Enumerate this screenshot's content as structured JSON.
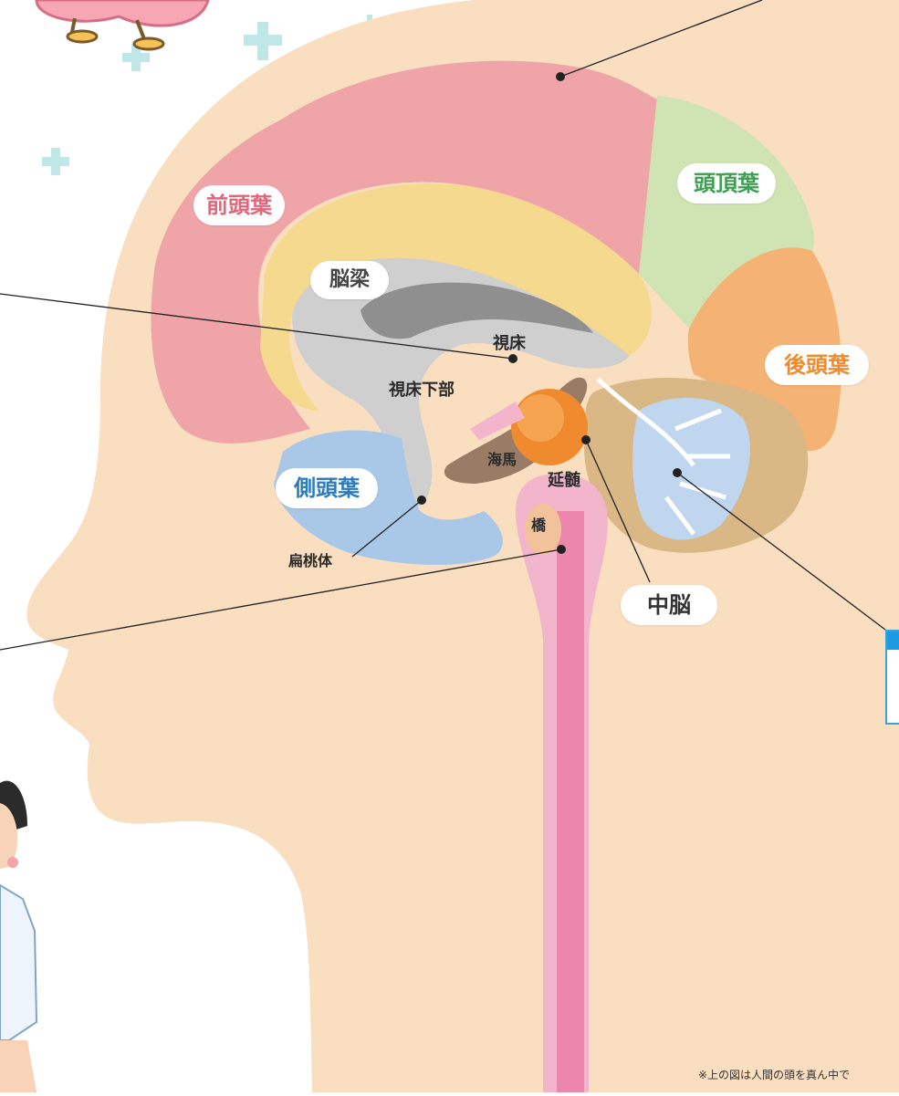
{
  "labels": {
    "frontal": "前頭葉",
    "parietal": "頭頂葉",
    "occipital": "後頭葉",
    "temporal": "側頭葉",
    "corpus_callosum": "脳梁",
    "thalamus": "視床",
    "hypothalamus": "視床下部",
    "hippocampus": "海馬",
    "medulla": "延髄",
    "pons": "橋",
    "amygdala": "扁桃体",
    "midbrain": "中脳"
  },
  "footnote": "※上の図は人間の頭を真ん中で",
  "colors": {
    "head_skin": "#f9dec0",
    "frontal": "#efa5a8",
    "parietal": "#cfe3b3",
    "occipital": "#f4b274",
    "temporal": "#a9c8e8",
    "limbic": "#f5d98f",
    "callosum": "#cfcfcf",
    "cerebellum": "#d9b886",
    "spinal": "#ec86ad",
    "accent_blue": "#1d9ae0",
    "frontal_text": "#e0667a",
    "parietal_text": "#3f9e53",
    "occipital_text": "#ef8a2d",
    "temporal_text": "#2d7bbd"
  }
}
